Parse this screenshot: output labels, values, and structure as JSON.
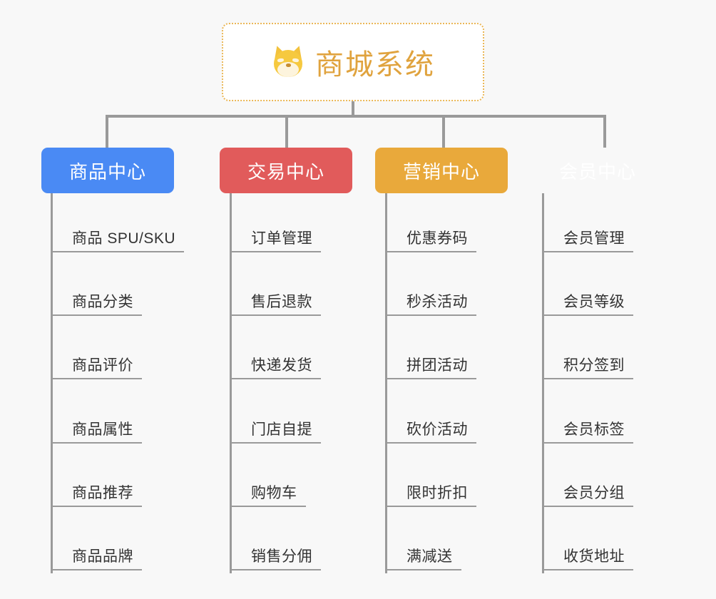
{
  "root": {
    "title": "商城系统",
    "icon": "shiba-dog-icon",
    "border_color": "#eab757",
    "text_color": "#e0a33e",
    "background": "#ffffff"
  },
  "canvas": {
    "background": "#f8f8f8",
    "connector_color": "#9a9a9a"
  },
  "categories": [
    {
      "label": "商品中心",
      "color": "#4a8af4",
      "key": "product-center",
      "items": [
        "商品 SPU/SKU",
        "商品分类",
        "商品评价",
        "商品属性",
        "商品推荐",
        "商品品牌"
      ]
    },
    {
      "label": "交易中心",
      "color": "#e15b5b",
      "key": "trade-center",
      "items": [
        "订单管理",
        "售后退款",
        "快递发货",
        "门店自提",
        "购物车",
        "销售分佣"
      ]
    },
    {
      "label": "营销中心",
      "color": "#e9a93b",
      "key": "marketing-center",
      "items": [
        "优惠券码",
        "秒杀活动",
        "拼团活动",
        "砍价活动",
        "限时折扣",
        "满减送"
      ]
    },
    {
      "label": "会员中心",
      "color": "#7cc council",
      "key": "member-center",
      "items": [
        "会员管理",
        "会员等级",
        "积分签到",
        "会员标签",
        "会员分组",
        "收货地址"
      ]
    }
  ]
}
